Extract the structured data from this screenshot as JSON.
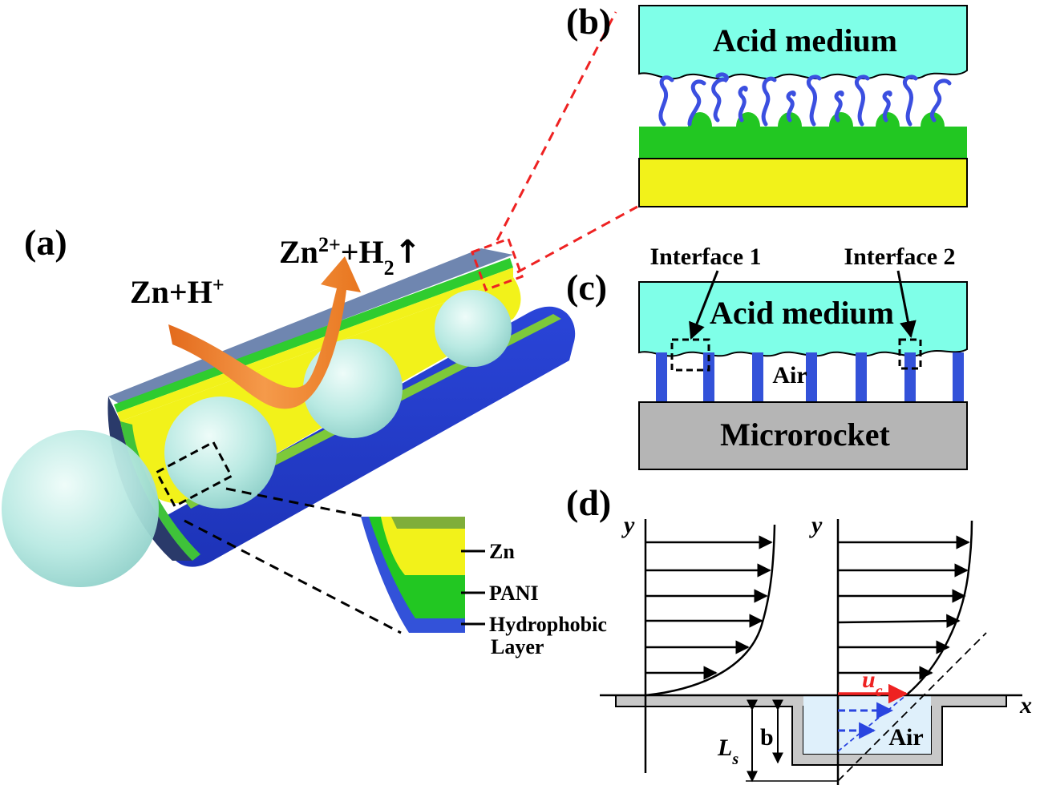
{
  "panel_a": {
    "label": "(a)",
    "reaction_left": "Zn+H",
    "reaction_left_sup": "+",
    "reaction_right_zn": "Zn",
    "reaction_right_sup": "2+",
    "reaction_right_mid": "+H",
    "reaction_right_sub": "2",
    "reaction_right_arrow": "↑",
    "layers": [
      "Zn",
      "PANI",
      "Hydrophobic",
      "Layer"
    ]
  },
  "panel_b": {
    "label": "(b)",
    "medium": "Acid medium"
  },
  "panel_c": {
    "label": "(c)",
    "interface1": "Interface 1",
    "interface2": "Interface 2",
    "medium": "Acid medium",
    "air": "Air",
    "substrate": "Microrocket"
  },
  "panel_d": {
    "label": "(d)",
    "axis_y1": "y",
    "axis_y2": "y",
    "axis_x": "x",
    "uc": "u",
    "uc_sub": "c",
    "air": "Air",
    "b": "b",
    "ls": "L",
    "ls_sub": "s"
  },
  "colors": {
    "acid": "#7fffe8",
    "zn": "#f2f21a",
    "pani": "#1fc21f",
    "hydrophobic": "#3352d9",
    "substrate": "#b5b5b5",
    "arrow_orange": "#f07a2a",
    "uc_red": "#ee2222"
  }
}
